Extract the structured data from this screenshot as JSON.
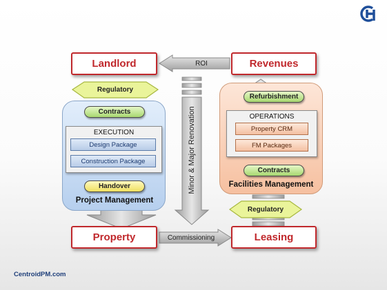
{
  "logo": {
    "icon": "cg-logo-icon"
  },
  "nodes": {
    "landlord": "Landlord",
    "revenues": "Revenues",
    "property": "Property",
    "leasing": "Leasing"
  },
  "arrows": {
    "roi": "ROI",
    "commissioning": "Commissioning",
    "renovation": "Minor & Major Renovation"
  },
  "project_management": {
    "title": "Project Management",
    "regulatory": "Regulatory",
    "contracts": "Contracts",
    "handover": "Handover",
    "group_title": "EXECUTION",
    "items": [
      "Design Package",
      "Construction Package"
    ]
  },
  "facilities_management": {
    "title": "Facilities Management",
    "refurbishment": "Refurbishment",
    "contracts": "Contracts",
    "regulatory": "Regulatory",
    "group_title": "OPERATIONS",
    "items": [
      "Property CRM",
      "FM Packages"
    ]
  },
  "footer": {
    "url": "CentroidPM.com"
  },
  "colors": {
    "node_border": "#c0282c",
    "pm_panel": "#c8dcf4",
    "fm_panel": "#f8cfb4",
    "pill_green": "#b8e080",
    "pill_yellow": "#f4e870",
    "arrow_gray": "#a8a8a8"
  }
}
